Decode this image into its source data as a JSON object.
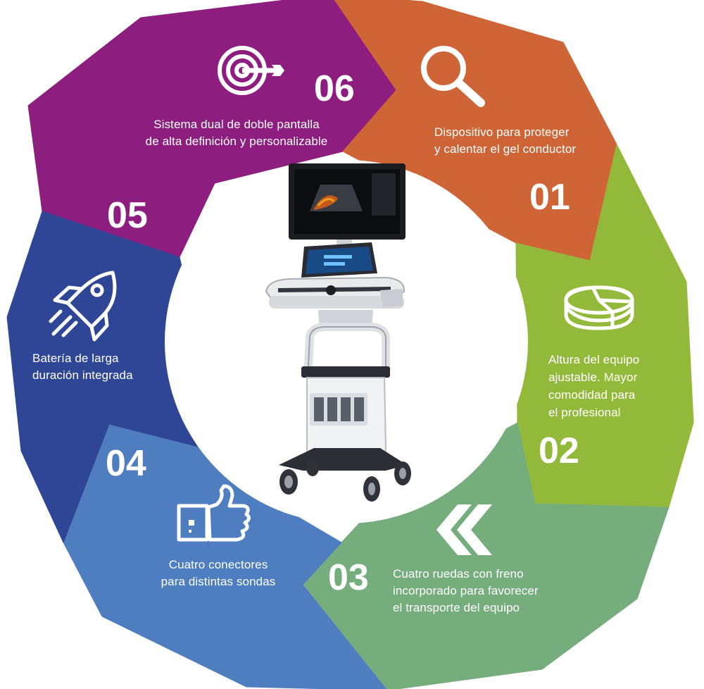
{
  "colors": {
    "seg01": "#cf6536",
    "seg02": "#93b93a",
    "seg03": "#76ad7d",
    "seg04": "#4f7ec0",
    "seg05": "#2f4697",
    "seg06": "#8d1e7f",
    "center": "#ffffff",
    "text": "#ffffff"
  },
  "segments": [
    {
      "id": "01",
      "number": "01",
      "lines": [
        "Dispositivo para proteger",
        "y calentar el gel conductor"
      ],
      "icon": "magnifier-icon"
    },
    {
      "id": "02",
      "number": "02",
      "lines": [
        "Altura del equipo",
        "ajustable. Mayor",
        "comodidad para",
        "el profesional"
      ],
      "icon": "pie-chart-icon"
    },
    {
      "id": "03",
      "number": "03",
      "lines": [
        "Cuatro ruedas con freno",
        "incorporado para favorecer",
        "el transporte del equipo"
      ],
      "icon": "double-chevron-left-icon"
    },
    {
      "id": "04",
      "number": "04",
      "lines": [
        "Cuatro conectores",
        "para distintas sondas"
      ],
      "icon": "thumbs-up-icon"
    },
    {
      "id": "05",
      "number": "05",
      "lines": [
        "Batería de larga",
        "duración integrada"
      ],
      "icon": "rocket-icon"
    },
    {
      "id": "06",
      "number": "06",
      "lines": [
        "Sistema dual de doble pantalla",
        "de alta definición y personalizable"
      ],
      "icon": "target-icon"
    }
  ],
  "center_image": {
    "icon": "ultrasound-machine-icon"
  }
}
